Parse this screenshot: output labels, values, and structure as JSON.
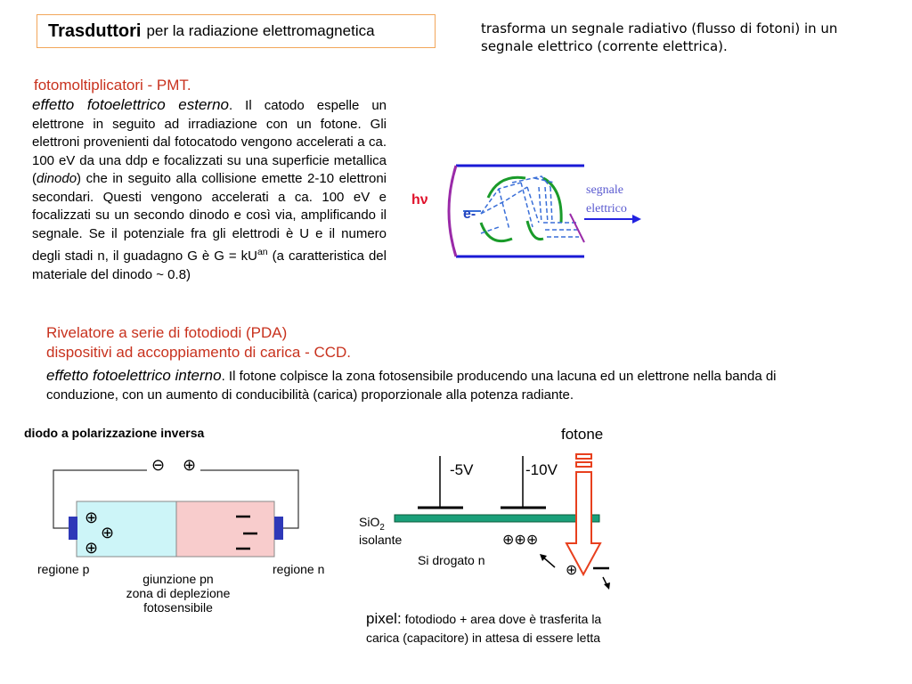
{
  "title": {
    "bold": "Trasduttori",
    "rest": "per la radiazione elettromagnetica"
  },
  "intro": "trasforma un segnale radiativo (flusso di fotoni) in un segnale elettrico (corrente elettrica).",
  "pmt": {
    "heading": "fotomoltiplicatori - PMT.",
    "effect": "effetto fotoelettrico esterno",
    "text_1": ". Il catodo espelle un elettrone in seguito ad irradiazione con un fotone. Gli elettroni provenienti dal fotocatodo vengono accelerati a ca. 100 eV da una ddp e focalizzati su una superficie metallica (",
    "dinodo": "dinodo",
    "text_2": ") che in seguito alla collisione emette 2-10 elettroni secondari. Questi vengono accelerati a ca. 100 eV e focalizzati su un secondo dinodo e così via, amplificando il segnale. Se il potenziale fra gli elettrodi è U e il numero degli stadi n, il guadagno G è G = kU",
    "exponent": "an",
    "text_3": " (a caratteristica del materiale del dinodo ~ 0.8)"
  },
  "pmt_diagram": {
    "hv": "hν",
    "electron": "e-",
    "signal_1": "segnale",
    "signal_2": "elettrico",
    "colors": {
      "tube": "#1a1ad6",
      "dynode": "#1a9b2a",
      "path": "#3a6fd8",
      "red": "#e0102a",
      "signal": "#5a5ad0"
    }
  },
  "pda": {
    "heading_1": "Rivelatore a serie di fotodiodi (PDA)",
    "heading_2": "dispositivi ad accoppiamento di carica - CCD.",
    "effect": "effetto fotoelettrico interno",
    "text": ". Il fotone colpisce la zona fotosensibile producendo una lacuna ed un elettrone nella banda di conduzione, con un aumento di conducibilità (carica) proporzionale alla potenza radiante."
  },
  "diode": {
    "title": "diodo a polarizzazione inversa",
    "p_label": "regione p",
    "n_label": "regione n",
    "junction_1": "giunzione pn",
    "junction_2": "zona di deplezione",
    "junction_3": "fotosensibile",
    "battery_minus": "⊖",
    "battery_plus": "⊕",
    "plus": "⊕",
    "minus": "−",
    "colors": {
      "p_region": "#cdf5f8",
      "n_region": "#f8cccc",
      "contact": "#2e38b8"
    }
  },
  "ccd": {
    "photon": "fotone",
    "v1": "-5V",
    "v2": "-10V",
    "sio2": "SiO",
    "sio2_sub": "2",
    "insulator": "isolante",
    "si_doped": "Si drogato n",
    "holes": "⊕⊕⊕",
    "hole": "⊕",
    "minus": "−",
    "pixel_word": "pixel:",
    "pixel_text_1": "fotodiodo + area dove è trasferita la",
    "pixel_text_2": "carica (capacitore) in attesa di essere letta",
    "colors": {
      "oxide": "#1aa07a",
      "arrow": "#e8401e"
    }
  }
}
